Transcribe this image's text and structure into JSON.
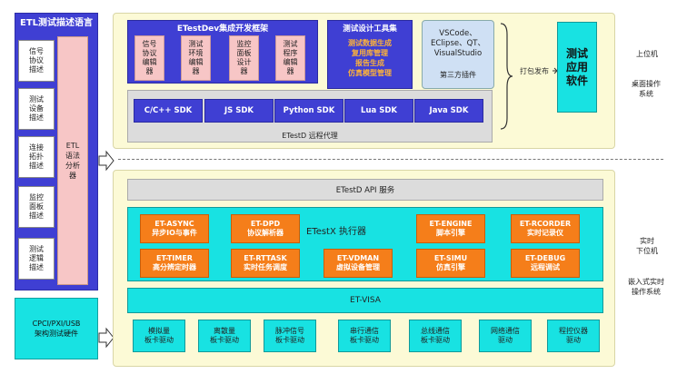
{
  "left": {
    "title": "ETL测试描述语言",
    "items": [
      "信号\n协议\n描述",
      "测试\n设备\n描述",
      "连接\n拓扑\n描述",
      "监控\n面板\n描述",
      "测试\n逻辑\n描述"
    ],
    "parser": "ETL\n语法\n分析\n器",
    "hardware": "CPCI/PXI/USB\n架构测试硬件"
  },
  "top": {
    "dev_title": "ETestDev集成开发框架",
    "dev_tools": [
      "信号\n协议\n编辑\n器",
      "测试\n环境\n编辑\n器",
      "监控\n面板\n设计\n器",
      "测试\n程序\n编辑\n器"
    ],
    "testkit_title": "测试设计工具集",
    "testkit_items": "测试数据生成\n复用库管理\n报告生成\n仿真模型管理",
    "third_party_main": "VSCode、\nEClipse、QT、\nVisualStudio",
    "third_party_sub": "第三方插件",
    "package_label": "打包发布",
    "test_app": "测试\n应用\n软件",
    "sdks": [
      "C/C++ SDK",
      "JS SDK",
      "Python SDK",
      "Lua SDK",
      "Java SDK"
    ],
    "remote_label": "ETestD 远程代理"
  },
  "right_labels": {
    "upper": "上位机",
    "desktop_os": "桌面操作\n系统",
    "realtime": "实时\n下位机",
    "embedded_os": "嵌入式实时\n操作系统"
  },
  "bottom": {
    "api": "ETestD API 服务",
    "executor": "ETestX 执行器",
    "engines": [
      {
        "name": "ET-ASYNC",
        "desc": "异步IO与事件"
      },
      {
        "name": "ET-DPD",
        "desc": "协议解析器"
      },
      {
        "name": "ET-ENGINE",
        "desc": "脚本引擎"
      },
      {
        "name": "ET-RCORDER",
        "desc": "实时记录仪"
      },
      {
        "name": "ET-TIMER",
        "desc": "高分辨定时器"
      },
      {
        "name": "ET-RTTASK",
        "desc": "实时任务调度"
      },
      {
        "name": "ET-VDMAN",
        "desc": "虚拟设备管理"
      },
      {
        "name": "ET-SIMU",
        "desc": "仿真引擎"
      },
      {
        "name": "ET-DEBUG",
        "desc": "远程调试"
      }
    ],
    "visa": "ET-VISA",
    "drivers": [
      "模拟量\n板卡驱动",
      "离散量\n板卡驱动",
      "脉冲信号\n板卡驱动",
      "串行通信\n板卡驱动",
      "总线通信\n板卡驱动",
      "网络通信\n驱动",
      "程控仪器\n驱动"
    ]
  },
  "colors": {
    "blue": "#3f3fd3",
    "cyan": "#18e2e2",
    "orange": "#f57e1a",
    "pink": "#f7c6c6",
    "cream": "#fcfad6",
    "gray": "#dcdcdc"
  }
}
